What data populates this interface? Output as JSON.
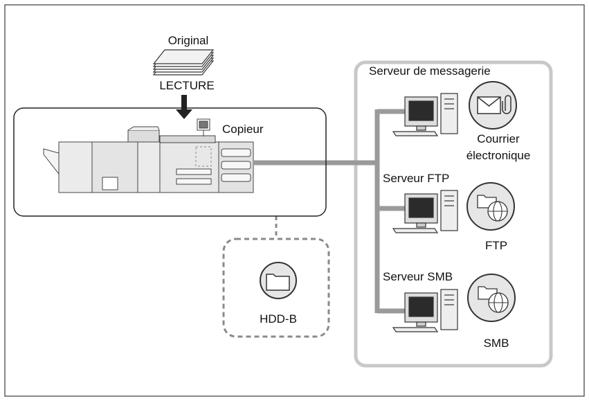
{
  "original": {
    "title": "Original",
    "action": "LECTURE"
  },
  "copier": {
    "label": "Copieur"
  },
  "storage": {
    "label": "HDD-B"
  },
  "network": {
    "group_title": "Serveur de messagerie",
    "servers": [
      {
        "name": "",
        "service_label": "Courrier électronique",
        "service_label_lines": [
          "Courrier",
          "électronique"
        ],
        "icon": "envelope-with-paperclip-icon"
      },
      {
        "name": "Serveur FTP",
        "service_label": "FTP",
        "icon": "folder-globe-icon"
      },
      {
        "name": "Serveur SMB",
        "service_label": "SMB",
        "icon": "folder-globe-icon"
      }
    ]
  },
  "colors": {
    "frame": "#3a3a3a",
    "network_line": "#9a9a9a",
    "group_border": "#c8c8c8",
    "dashed_box": "#8a8a8a",
    "icon_fill": "#e6e6e6",
    "screen": "#2b2b2b"
  }
}
